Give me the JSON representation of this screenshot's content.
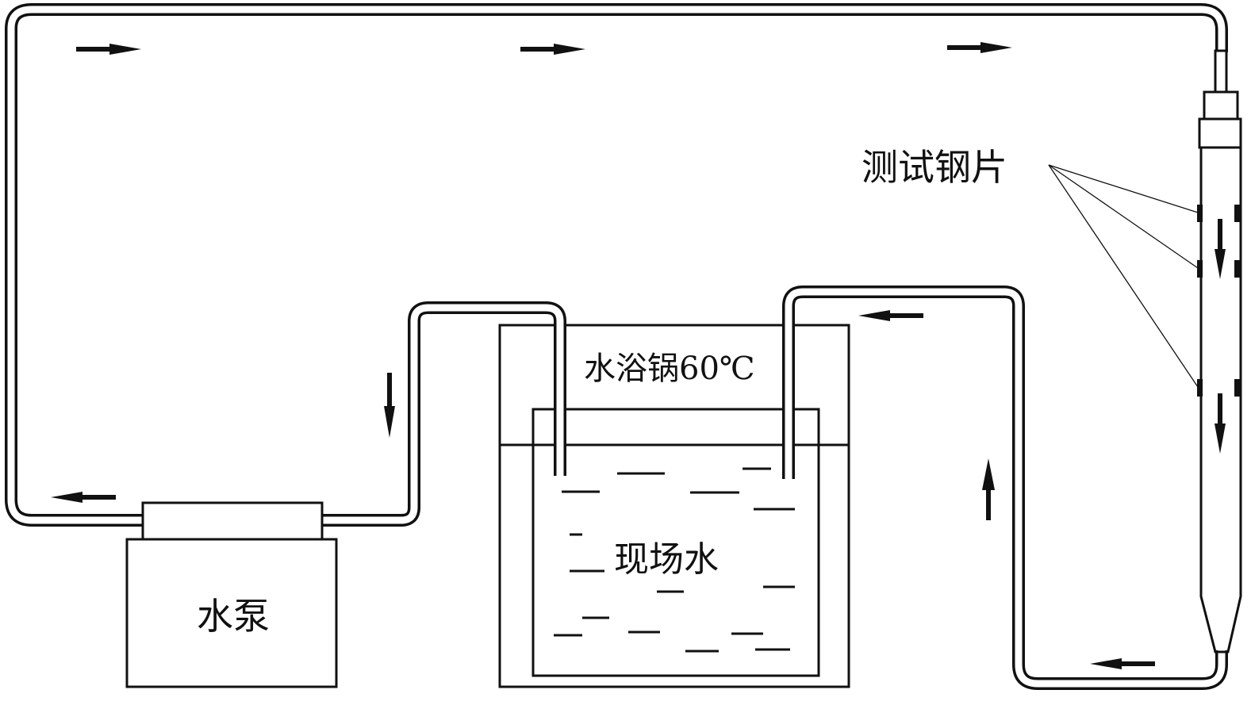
{
  "labels": {
    "test_specimens": "测试钢片",
    "water_bath": "水浴锅60℃",
    "site_water": "现场水",
    "pump": "水泵"
  },
  "flow_arrows": [
    {
      "name": "flow-arrow-top-left",
      "direction": "right"
    },
    {
      "name": "flow-arrow-top-middle",
      "direction": "right"
    },
    {
      "name": "flow-arrow-top-right",
      "direction": "right"
    },
    {
      "name": "flow-arrow-left-bottom",
      "direction": "left"
    },
    {
      "name": "flow-arrow-pump-outlet-down",
      "direction": "down"
    },
    {
      "name": "flow-arrow-bath-return",
      "direction": "left"
    },
    {
      "name": "flow-arrow-right-loop-up",
      "direction": "up"
    },
    {
      "name": "flow-arrow-bottom-right",
      "direction": "left"
    },
    {
      "name": "flow-arrow-specimen-tube-1",
      "direction": "down"
    },
    {
      "name": "flow-arrow-specimen-tube-2",
      "direction": "down"
    }
  ],
  "colors": {
    "line": "#111111",
    "background": "#ffffff"
  }
}
